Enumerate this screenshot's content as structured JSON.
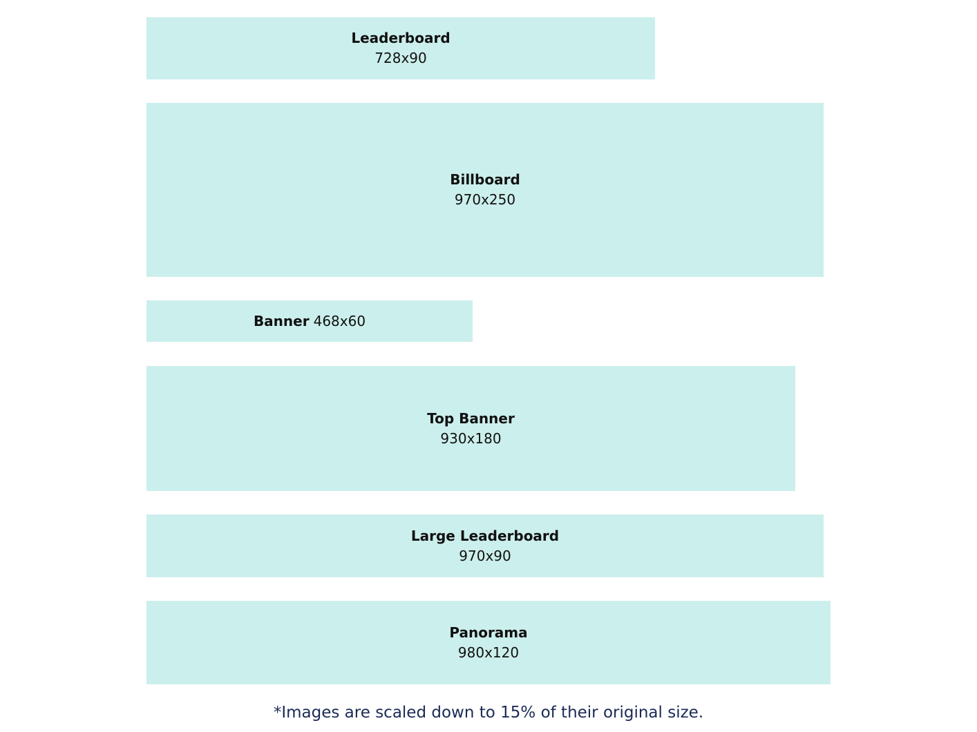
{
  "colors": {
    "box_fill": "#cbefec",
    "text": "#111111",
    "footnote_text": "#1b2a55"
  },
  "boxes": [
    {
      "name": "Leaderboard",
      "dims": "728x90"
    },
    {
      "name": "Billboard",
      "dims": "970x250"
    },
    {
      "name": "Banner",
      "dims": "468x60"
    },
    {
      "name": "Top Banner",
      "dims": "930x180"
    },
    {
      "name": "Large Leaderboard",
      "dims": "970x90"
    },
    {
      "name": "Panorama",
      "dims": "980x120"
    }
  ],
  "footnote": "*Images are scaled down to 15% of their original size."
}
